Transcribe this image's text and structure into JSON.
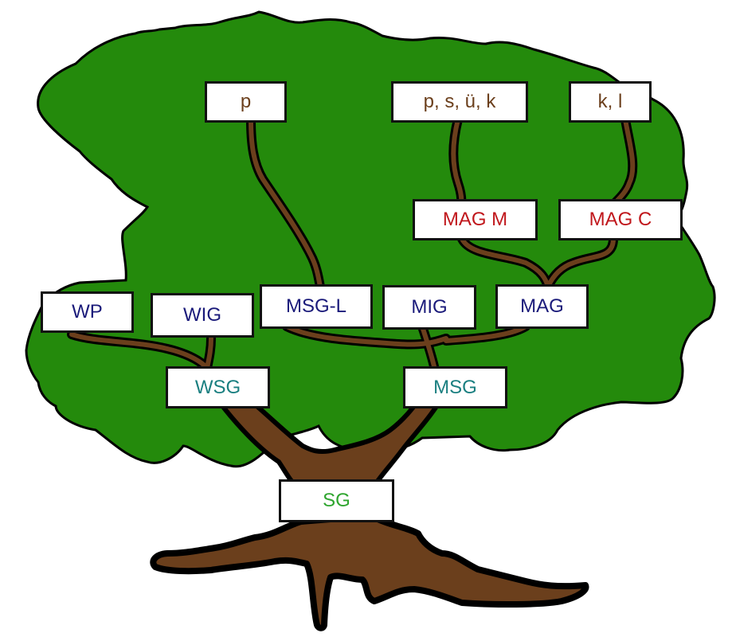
{
  "diagram": {
    "type": "tree",
    "colors": {
      "crown": "#248a0c",
      "trunk": "#6b3f1c",
      "outline": "#000000",
      "leaf_text": "#6b3f1c",
      "red_text": "#c0171c",
      "navy_text": "#1a1a7a",
      "teal_text": "#1a7f80",
      "root_text": "#2fa52f"
    },
    "nodes": {
      "p": "p",
      "psuek": "p, s, ü, k",
      "kl": "k, l",
      "mag_m": "MAG M",
      "mag_c": "MAG C",
      "wp": "WP",
      "wig": "WIG",
      "msg_l": "MSG-L",
      "mig": "MIG",
      "mag": "MAG",
      "wsg": "WSG",
      "msg": "MSG",
      "sg": "SG"
    },
    "edges": [
      [
        "sg",
        "wsg"
      ],
      [
        "sg",
        "msg"
      ],
      [
        "wsg",
        "wp"
      ],
      [
        "wsg",
        "wig"
      ],
      [
        "msg",
        "msg_l"
      ],
      [
        "msg",
        "mig"
      ],
      [
        "msg",
        "mag"
      ],
      [
        "msg_l",
        "p"
      ],
      [
        "mag",
        "mag_m"
      ],
      [
        "mag",
        "mag_c"
      ],
      [
        "mag_m",
        "psuek"
      ],
      [
        "mag_c",
        "kl"
      ]
    ]
  }
}
